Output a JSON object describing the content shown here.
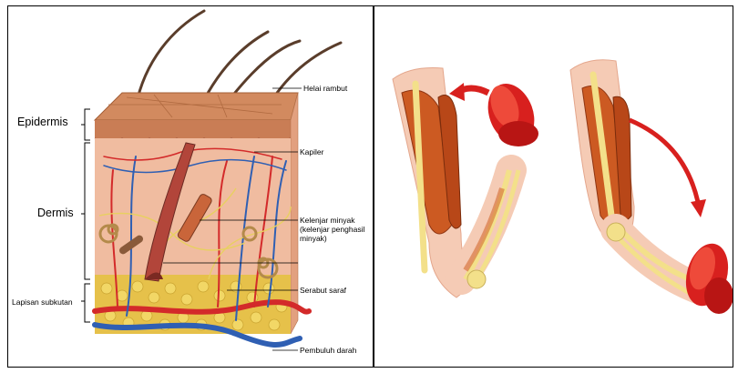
{
  "skin_labels": {
    "epidermis": "Epidermis",
    "dermis": "Dermis",
    "subcutaneous": "Lapisan subkutan",
    "hair_shaft": "Helai rambut",
    "capillary": "Kapiler",
    "oil_gland_line1": "Kelenjar minyak",
    "oil_gland_line2": "(kelenjar penghasil",
    "oil_gland_line3": "minyak)",
    "nerve_fiber": "Serabut saraf",
    "blood_vessel": "Pembuluh darah"
  },
  "colors": {
    "epidermis": "#d98a5e",
    "dermis": "#efb79a",
    "fat": "#e8c53a",
    "artery": "#d32a2a",
    "vein": "#2f5fb3",
    "muscle": "#d0561f",
    "bone": "#f3e08a",
    "arrow": "#d8201e"
  }
}
